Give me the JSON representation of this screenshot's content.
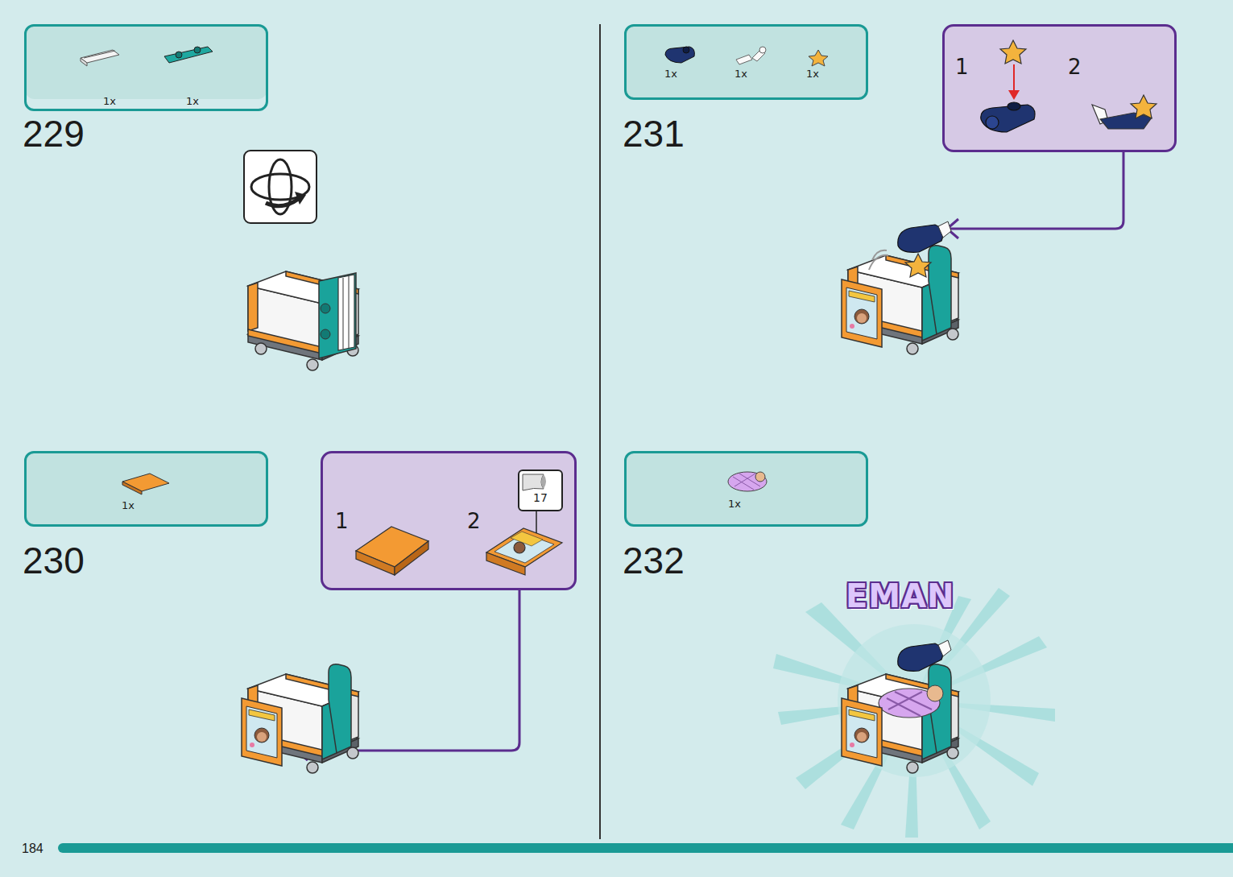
{
  "diagram": {
    "nodes": [
      {
        "text": [
          "1x",
          "1x"
        ]
      },
      {
        "text": [
          "1x",
          "1x",
          "1x"
        ]
      },
      {
        "text": [
          "1",
          "2"
        ]
      },
      {
        "text": [
          "1x"
        ]
      },
      {
        "text": [
          "1",
          "2"
        ]
      },
      {
        "text": [
          "17"
        ],
        "in": 4
      },
      {
        "text": [
          "1x"
        ]
      }
    ],
    "labels": [
      "229",
      "231",
      "230",
      "232",
      "EMAN",
      "184"
    ]
  }
}
